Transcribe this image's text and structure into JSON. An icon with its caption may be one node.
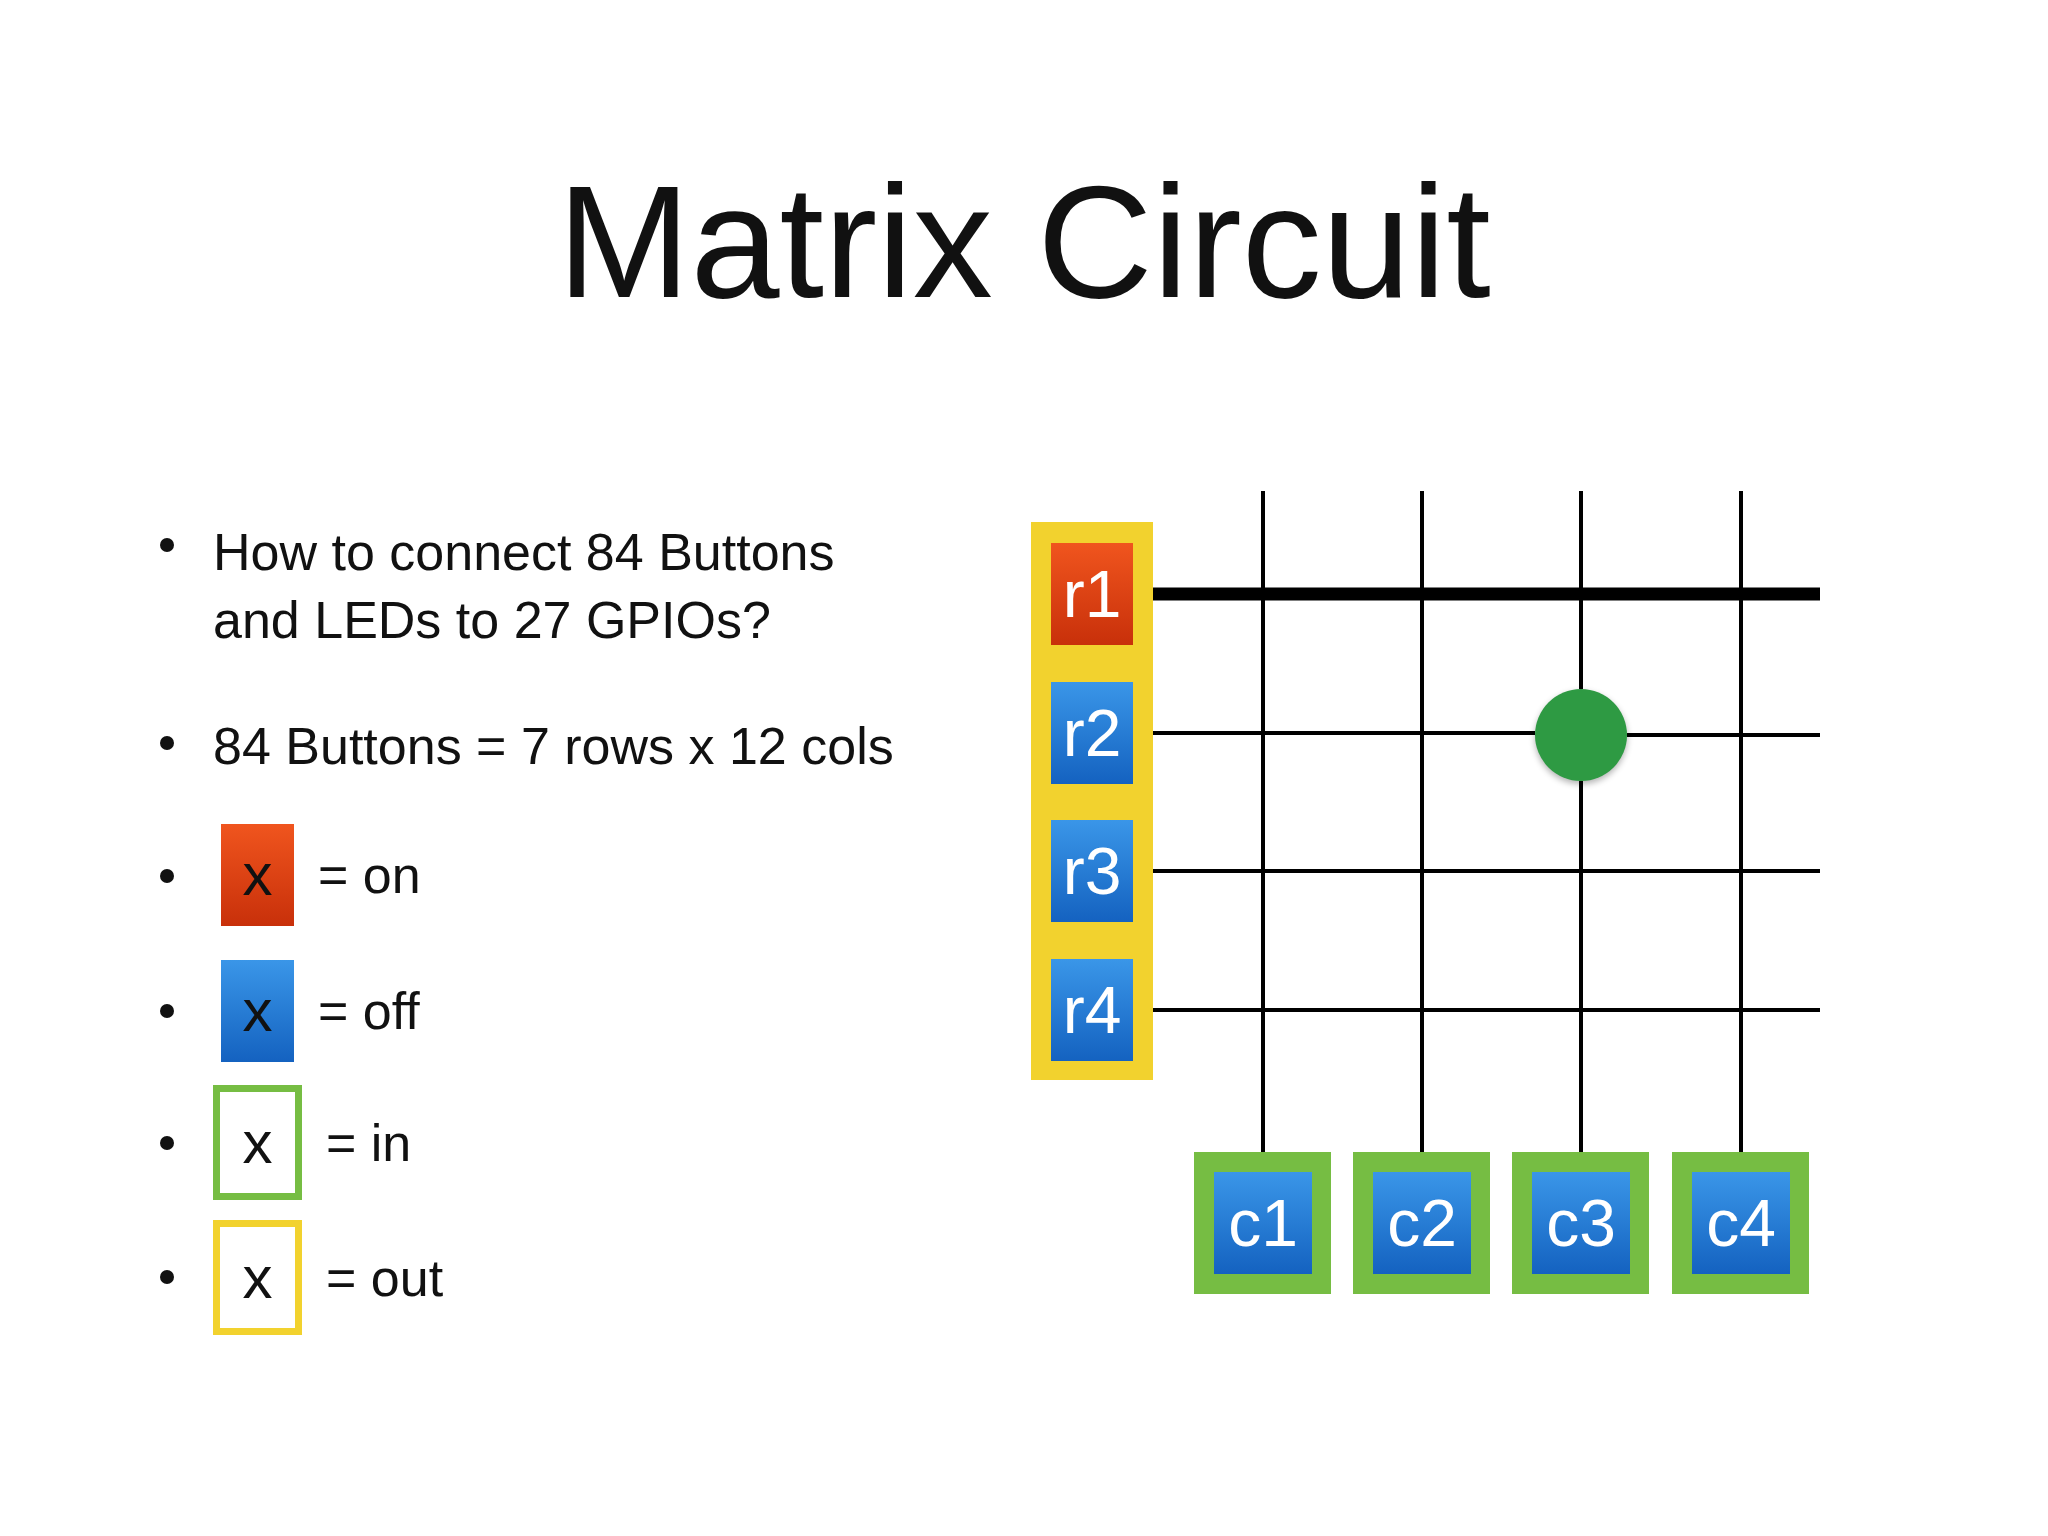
{
  "diagram": {
    "title": "Matrix Circuit",
    "nodes": [
      {
        "text": [],
        "shape": "box"
      },
      {
        "text": [
          "r1"
        ],
        "in": 0
      },
      {
        "text": [
          "r2"
        ],
        "in": 0
      },
      {
        "text": [
          "r3"
        ],
        "in": 0
      },
      {
        "text": [
          "r4"
        ],
        "in": 0
      },
      {
        "text": [],
        "shape": "box"
      },
      {
        "text": [
          "c1"
        ],
        "in": 5
      },
      {
        "text": [],
        "shape": "box"
      },
      {
        "text": [
          "c2"
        ],
        "in": 7
      },
      {
        "text": [],
        "shape": "box"
      },
      {
        "text": [
          "c3"
        ],
        "in": 9
      },
      {
        "text": [],
        "shape": "box"
      },
      {
        "text": [
          "c4"
        ],
        "in": 11
      },
      {
        "text": [],
        "shape": "circle"
      },
      {
        "text": [
          "x"
        ],
        "beside": [
          "= on"
        ]
      },
      {
        "text": [
          "x"
        ],
        "beside": [
          "= off"
        ]
      },
      {
        "text": [
          "x"
        ],
        "beside": [
          "= in"
        ]
      },
      {
        "text": [
          "x"
        ],
        "beside": [
          "= out"
        ]
      }
    ],
    "edges": [
      {
        "from": 1,
        "to": null,
        "arrow": "none",
        "style": "thick"
      },
      {
        "from": 2,
        "to": 13,
        "arrow": "none"
      },
      {
        "from": 13,
        "to": null,
        "arrow": "none"
      },
      {
        "from": 3,
        "to": null,
        "arrow": "none"
      },
      {
        "from": 4,
        "to": null,
        "arrow": "none"
      },
      {
        "from": 6,
        "to": null,
        "arrow": "none"
      },
      {
        "from": 8,
        "to": null,
        "arrow": "none"
      },
      {
        "from": 10,
        "to": 13,
        "arrow": "none"
      },
      {
        "from": 13,
        "to": null,
        "arrow": "none"
      },
      {
        "from": 12,
        "to": null,
        "arrow": "none"
      }
    ],
    "labels": [
      "How to connect 84 Buttons and LEDs to 27 GPIOs?",
      "84 Buttons = 7 rows x 12 cols"
    ]
  }
}
